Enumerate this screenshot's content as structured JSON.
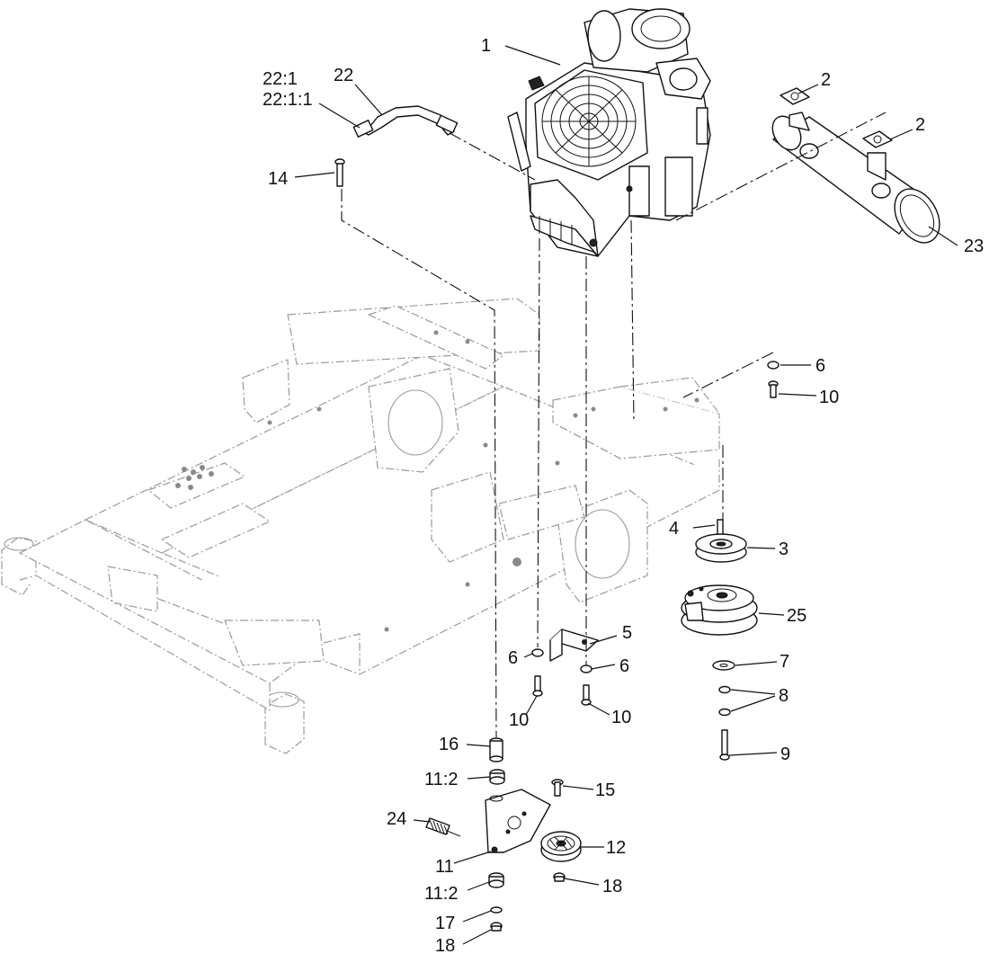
{
  "callouts": {
    "engine": "1",
    "gasket_top": "2",
    "gasket_mid": "2",
    "pulley_3": "3",
    "key_4": "4",
    "bracket_5": "5",
    "washer_6_right": "6",
    "washer_6_left": "6",
    "washer_6_mid": "6",
    "washer_7": "7",
    "washer_8": "8",
    "bolt_9": "9",
    "bolt_10_right": "10",
    "bolt_10_left": "10",
    "bolt_10_mid": "10",
    "idler_arm_11": "11",
    "bushing_11_2_top": "11:2",
    "bushing_11_2_bottom": "11:2",
    "idler_pulley_12": "12",
    "bolt_14": "14",
    "bolt_15": "15",
    "spacer_16": "16",
    "washer_17": "17",
    "nut_18_right": "18",
    "nut_18_left": "18",
    "hose_22": "22",
    "hose_22_1": "22:1",
    "hose_22_1_1": "22:1:1",
    "muffler_23": "23",
    "spring_24": "24",
    "clutch_25": "25"
  },
  "colors": {
    "line": "#111111",
    "frame": "#9a9a9a",
    "background": "#ffffff"
  }
}
